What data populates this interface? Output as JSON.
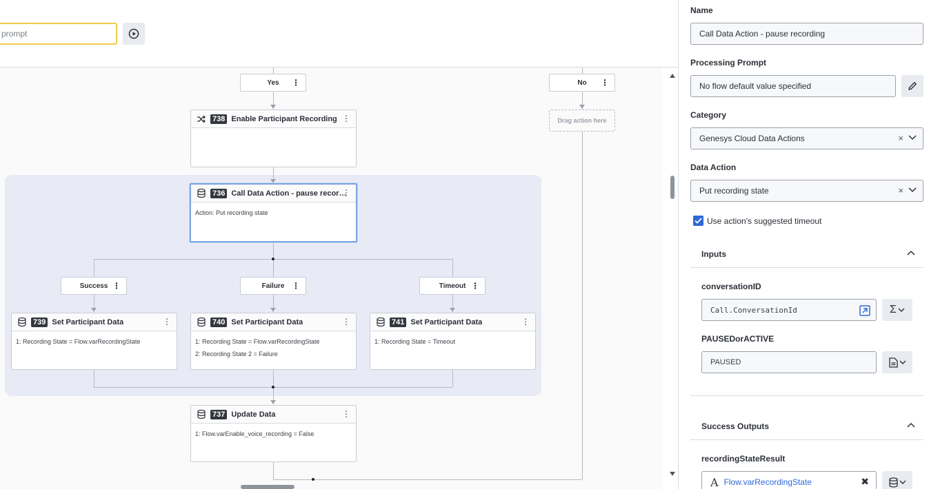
{
  "toolbar": {
    "prompt_placeholder": "prompt",
    "play_icon": "play-circle-icon"
  },
  "flow": {
    "branch_labels": {
      "yes": "Yes",
      "no": "No",
      "success": "Success",
      "failure": "Failure",
      "timeout": "Timeout"
    },
    "drop_hint": "Drag action here",
    "nodes": {
      "n738": {
        "number": "738",
        "title": "Enable Participant Recording",
        "icon": "shuffle-icon",
        "lines": []
      },
      "n736": {
        "number": "736",
        "title": "Call Data Action - pause record...",
        "icon": "database-icon",
        "lines": [
          "Action: Put recording state"
        ]
      },
      "n739": {
        "number": "739",
        "title": "Set Participant Data",
        "icon": "database-icon",
        "lines": [
          "1: Recording State = Flow.varRecordingState"
        ]
      },
      "n740": {
        "number": "740",
        "title": "Set Participant Data",
        "icon": "database-icon",
        "lines": [
          "1: Recording State = Flow.varRecordingState",
          "2: Recording State 2 = Failure"
        ]
      },
      "n741": {
        "number": "741",
        "title": "Set Participant Data",
        "icon": "database-icon",
        "lines": [
          "1: Recording State = Timeout"
        ]
      },
      "n737": {
        "number": "737",
        "title": "Update Data",
        "icon": "database-icon",
        "lines": [
          "1: Flow.varEnable_voice_recording = False"
        ]
      }
    }
  },
  "panel": {
    "name_label": "Name",
    "name_value": "Call Data Action - pause recording",
    "prompt_label": "Processing Prompt",
    "prompt_value": "No flow default value specified",
    "category_label": "Category",
    "category_value": "Genesys Cloud Data Actions",
    "data_action_label": "Data Action",
    "data_action_value": "Put recording state",
    "timeout_checkbox_label": "Use action's suggested timeout",
    "timeout_checked": true,
    "inputs_header": "Inputs",
    "inputs": [
      {
        "name": "conversationID",
        "value": "Call.ConversationId"
      },
      {
        "name": "PAUSEDorACTIVE",
        "value": "PAUSED"
      }
    ],
    "success_outputs_header": "Success Outputs",
    "outputs": [
      {
        "name": "recordingStateResult",
        "value": "Flow.varRecordingState"
      }
    ],
    "accent_color": "#2e68d8"
  }
}
